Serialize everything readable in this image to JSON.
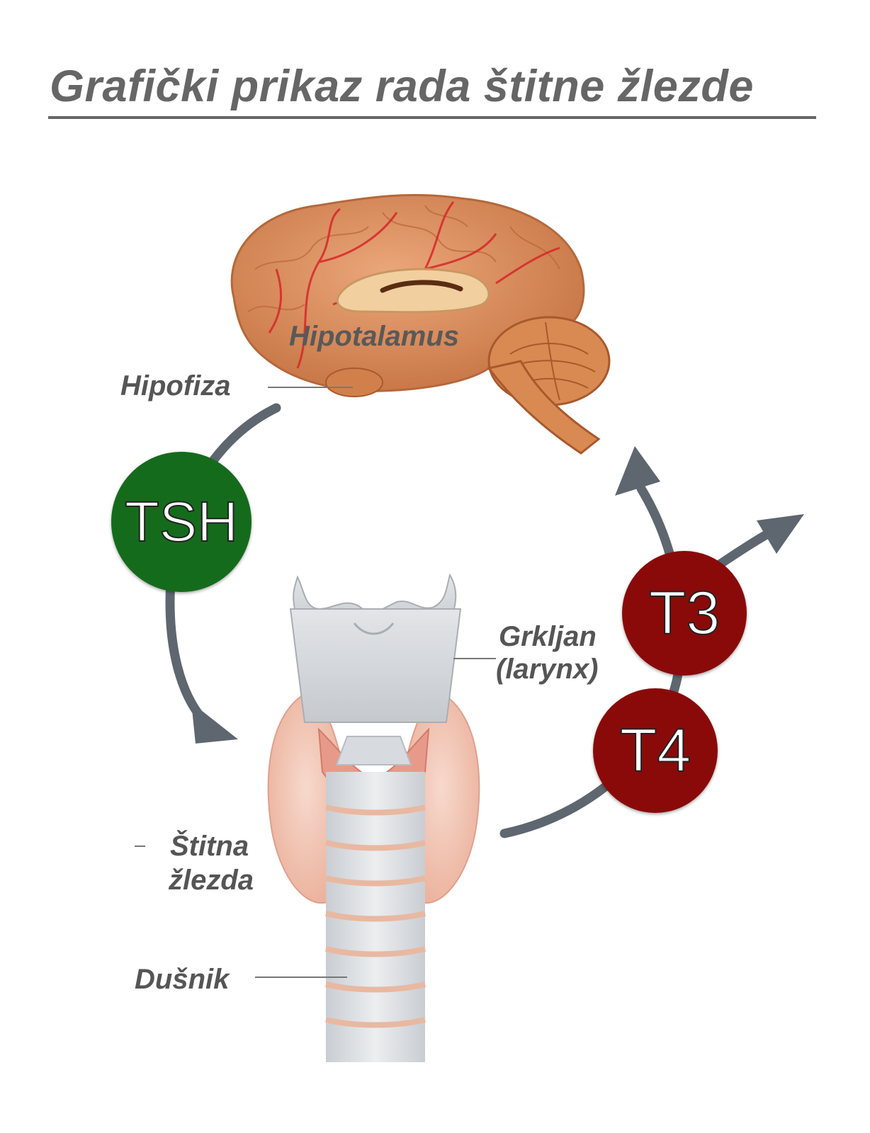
{
  "title": "Grafički prikaz rada štitne žlezde",
  "labels": {
    "hypothalamus": "Hipotalamus",
    "pituitary": "Hipofiza",
    "larynx_line1": "Grkljan",
    "larynx_line2": "(larynx)",
    "thyroid_line1": "Štitna",
    "thyroid_line2": "žlezda",
    "trachea": "Dušnik"
  },
  "hormones": {
    "tsh": "TSH",
    "t3": "T3",
    "t4": "T4"
  },
  "colors": {
    "title": "#666666",
    "tsh_badge": "#156b1c",
    "t3_badge": "#8a0a0a",
    "t4_badge": "#8a0a0a",
    "arrow": "#5e6670",
    "brain": "#d98a52",
    "thyroid": "#f2c4b4",
    "larynx": "#d5d8dc"
  }
}
